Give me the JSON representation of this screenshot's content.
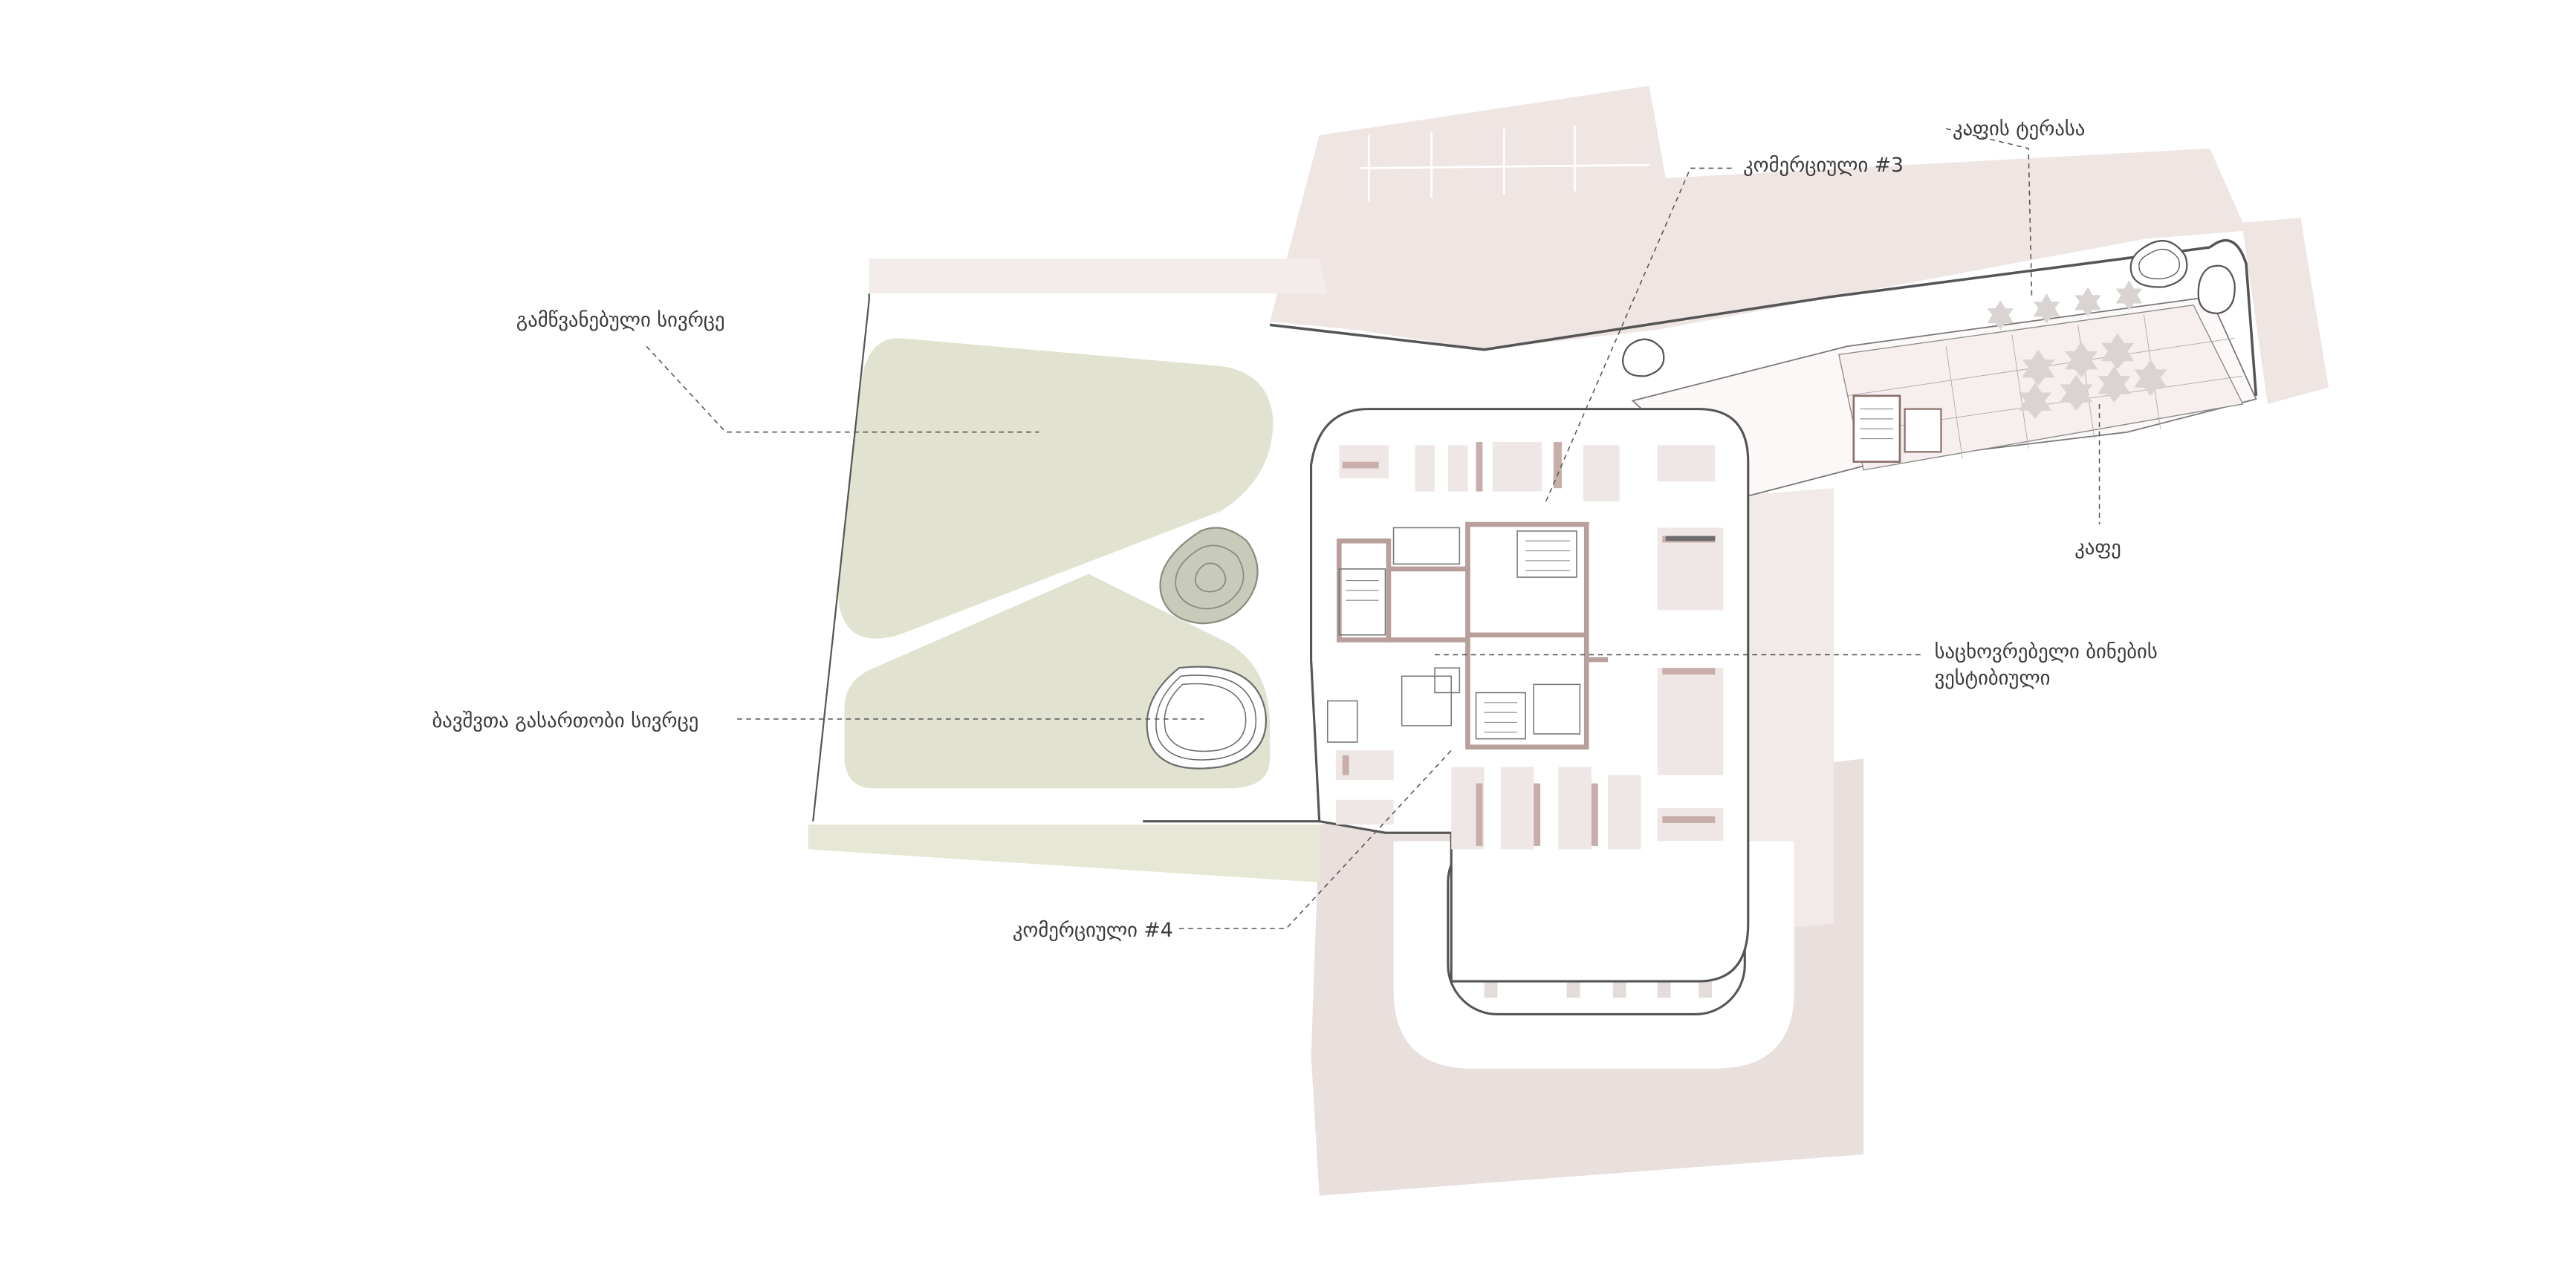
{
  "labels": {
    "green_space": "გამწვანებული სივრცე",
    "commercial_3": "კომერციული #3",
    "cafe_terrace": "კაფის ტერასა",
    "cafe": "კაფე",
    "residential_lobby_line1": "საცხოვრებელი ბინების",
    "residential_lobby_line2": "ვესტიბიული",
    "playground": "ბავშვთა გასართობი სივრცე",
    "commercial_4": "კომერციული #4"
  },
  "colors": {
    "paving": "#ebe1df",
    "lawn": "#e2e2d0",
    "lawn_light": "#e9ebd8",
    "walls": "#b89f9b",
    "lines": "#666666",
    "label_text": "#3a3a3a"
  }
}
